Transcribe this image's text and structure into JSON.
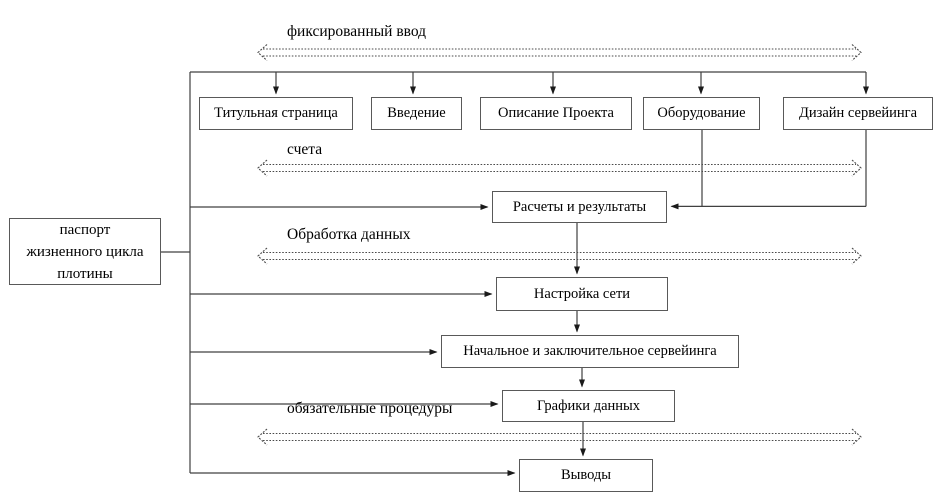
{
  "diagram": {
    "title": "dam-lifecycle-report-structure-flowchart",
    "source_box": {
      "label_lines": [
        "паспорт",
        "жизненного цикла",
        "плотины"
      ]
    },
    "top_row_boxes": [
      {
        "label": "Титульная страница"
      },
      {
        "label": "Введение"
      },
      {
        "label": "Описание Проекта"
      },
      {
        "label": "Оборудование"
      },
      {
        "label": "Дизайн сервейинга"
      }
    ],
    "chain_boxes": [
      {
        "label": "Расчеты и результаты"
      },
      {
        "label": "Настройка сети"
      },
      {
        "label": "Начальное и заключительное сервейинга"
      },
      {
        "label": "Графики данных"
      },
      {
        "label": "Выводы"
      }
    ],
    "flow_labels": [
      {
        "label": "фиксированный ввод"
      },
      {
        "label": "счета"
      },
      {
        "label": "Обработка данных"
      },
      {
        "label": "обязательные процедуры"
      }
    ],
    "colors": {
      "line": "#404040",
      "box_border": "#595959",
      "text": "#000000",
      "background": "#ffffff"
    }
  }
}
